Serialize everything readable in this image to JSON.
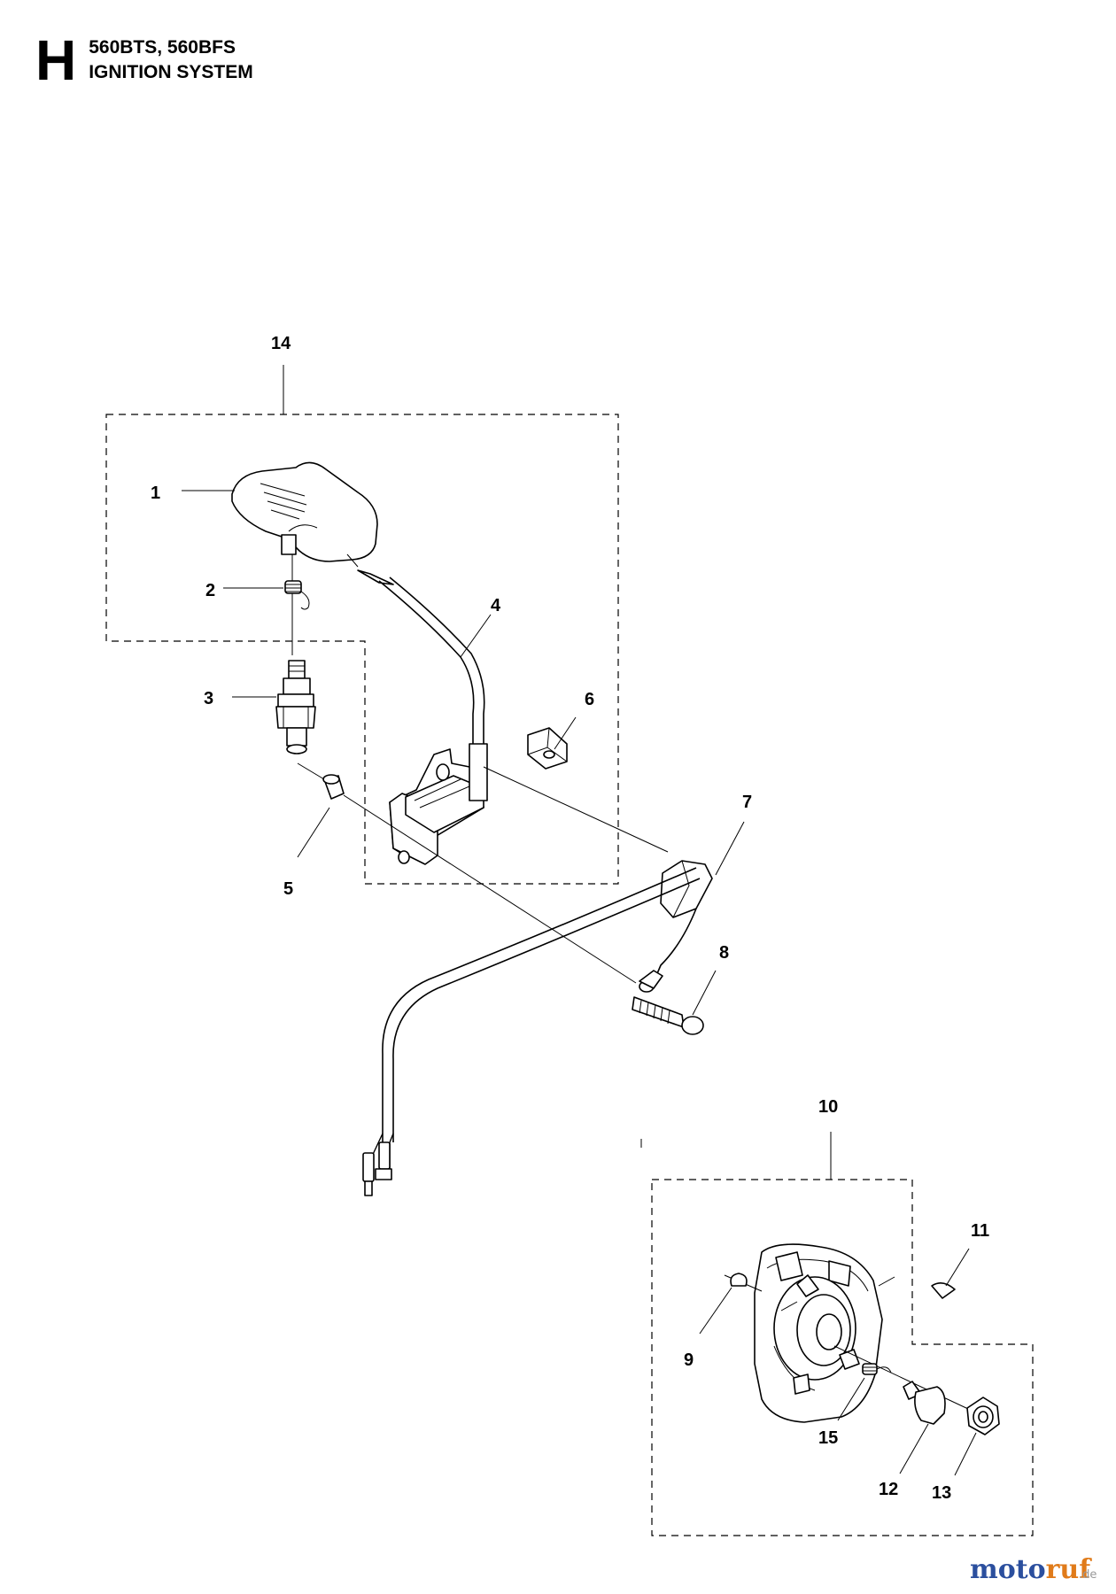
{
  "header": {
    "section_letter": "H",
    "models": "560BTS, 560BFS",
    "title": "IGNITION SYSTEM"
  },
  "callouts": {
    "c1": "1",
    "c2": "2",
    "c3": "3",
    "c4": "4",
    "c5": "5",
    "c6": "6",
    "c7": "7",
    "c8": "8",
    "c9": "9",
    "c10": "10",
    "c11": "11",
    "c12": "12",
    "c13": "13",
    "c14": "14",
    "c15": "15"
  },
  "watermark": {
    "brand_part1": "moto",
    "brand_part2": "ruf",
    "tld": ".de",
    "color_blue": "#2b4f9e",
    "color_orange": "#e07b1a"
  }
}
